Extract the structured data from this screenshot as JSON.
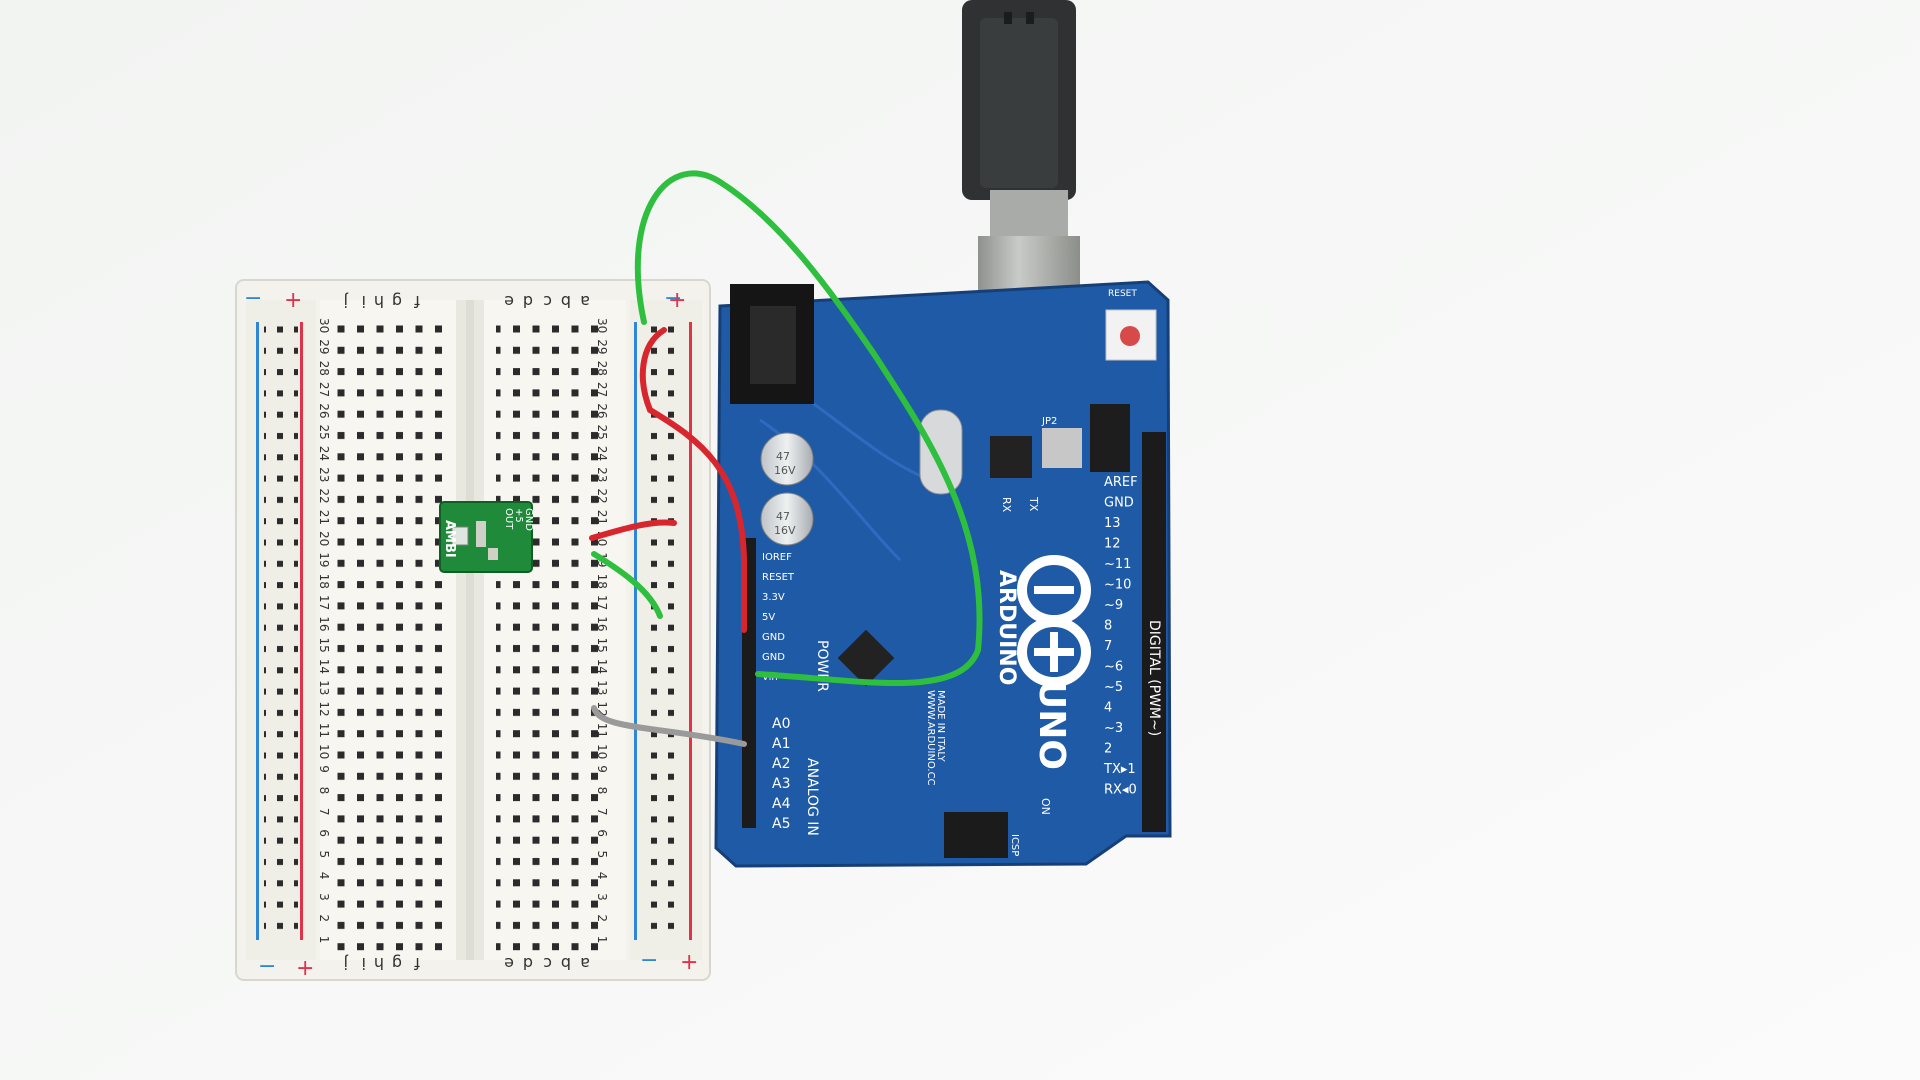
{
  "breadcrumb": {
    "rail_symbols": {
      "minus": "−",
      "plus": "+"
    },
    "column_letters_left": [
      "f",
      "g",
      "h",
      "i",
      "j"
    ],
    "column_letters_right": [
      "a",
      "b",
      "c",
      "d",
      "e"
    ],
    "row_count": 30
  },
  "sensor": {
    "label": "AMBI",
    "pins": [
      "OUT",
      "+5",
      "GND"
    ]
  },
  "arduino": {
    "brand": "ARDUINO",
    "model": "UNO",
    "power_header": [
      "IOREF",
      "RESET",
      "3.3V",
      "5V",
      "GND",
      "GND",
      "Vin"
    ],
    "power_section_label": "POWER",
    "analog_header": [
      "A0",
      "A1",
      "A2",
      "A3",
      "A4",
      "A5"
    ],
    "analog_section_label": "ANALOG IN",
    "digital_header": [
      "AREF",
      "GND",
      "13",
      "12",
      "~11",
      "~10",
      "~9",
      "8",
      "7",
      "~6",
      "~5",
      "4",
      "~3",
      "2",
      "TX▸1",
      "RX◂0"
    ],
    "digital_section_label": "DIGITAL (PWM~)",
    "made_in": "MADE IN ITALY",
    "website": "WWW.ARDUINO.CC",
    "capacitor_text": [
      "47",
      "16V"
    ],
    "jumper_label": "JP2",
    "tx_label": "TX",
    "rx_label": "RX",
    "on_label": "ON",
    "icsp_label": "ICSP",
    "reset_label": "RESET"
  },
  "colors": {
    "breadboard": "#f4f3ee",
    "rail_red": "#e0334a",
    "rail_blue": "#2f86d6",
    "pcb_blue": "#1f5aa6",
    "wire_red": "#d8262e",
    "wire_green": "#2fbf3f",
    "wire_gray": "#9a9a9a",
    "sensor_green": "#1f8a3a"
  }
}
